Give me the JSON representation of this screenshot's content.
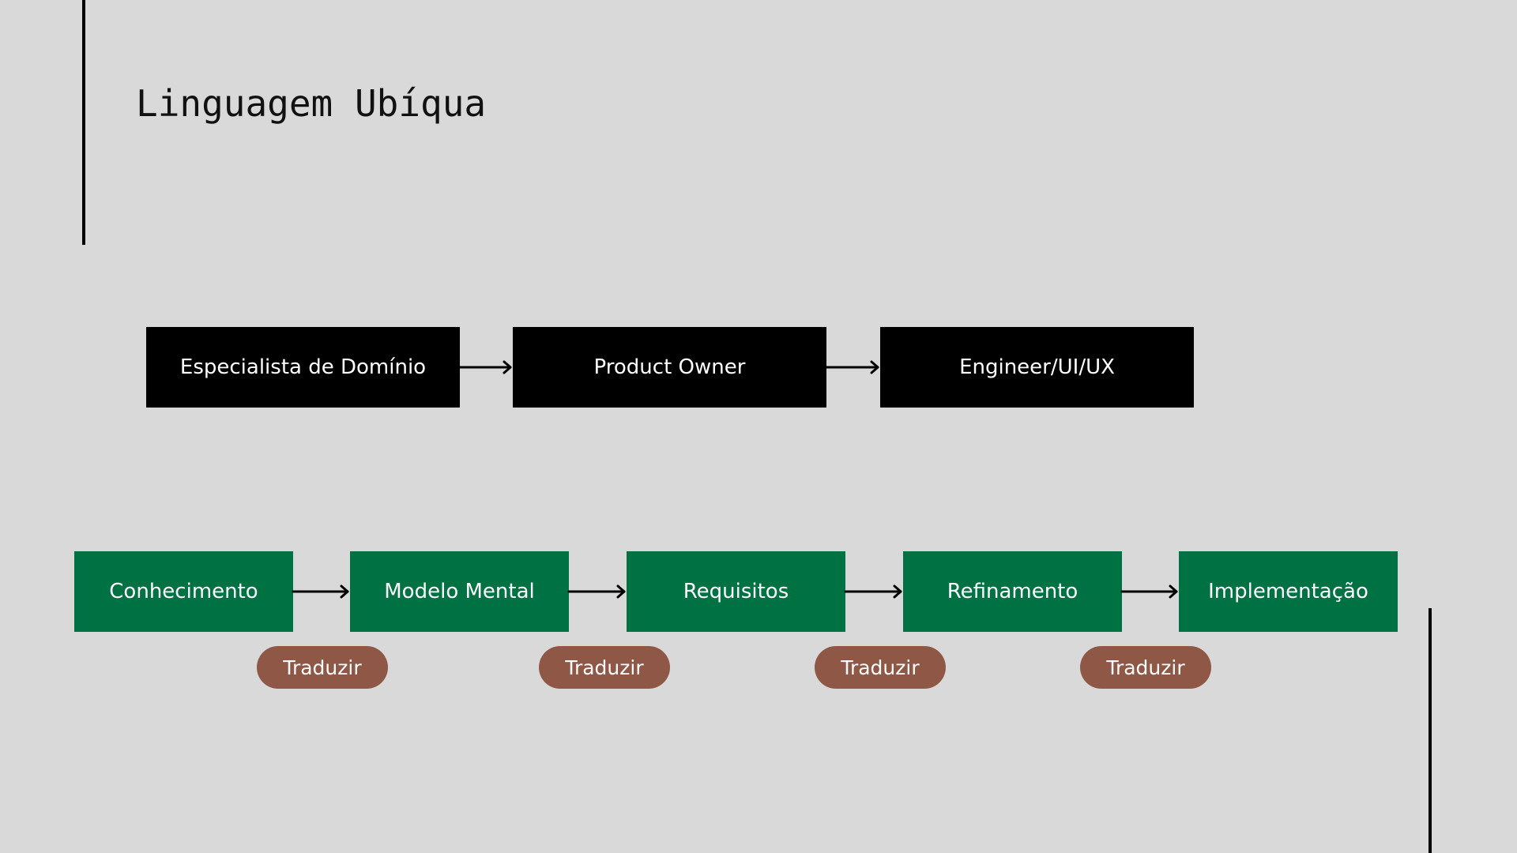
{
  "slide": {
    "title": "Linguagem Ubíqua"
  },
  "roles": [
    {
      "label": "Especialista de Domínio"
    },
    {
      "label": "Product Owner"
    },
    {
      "label": "Engineer/UI/UX"
    }
  ],
  "stages": [
    {
      "label": "Conhecimento"
    },
    {
      "label": "Modelo Mental"
    },
    {
      "label": "Requisitos"
    },
    {
      "label": "Refinamento"
    },
    {
      "label": "Implementação"
    }
  ],
  "transitions": [
    {
      "label": "Traduzir"
    },
    {
      "label": "Traduzir"
    },
    {
      "label": "Traduzir"
    },
    {
      "label": "Traduzir"
    }
  ],
  "colors": {
    "background": "#d9d9d9",
    "role_box": "#000000",
    "stage_box": "#007142",
    "translate_pill": "#8e5746",
    "box_text": "#ffffff"
  }
}
